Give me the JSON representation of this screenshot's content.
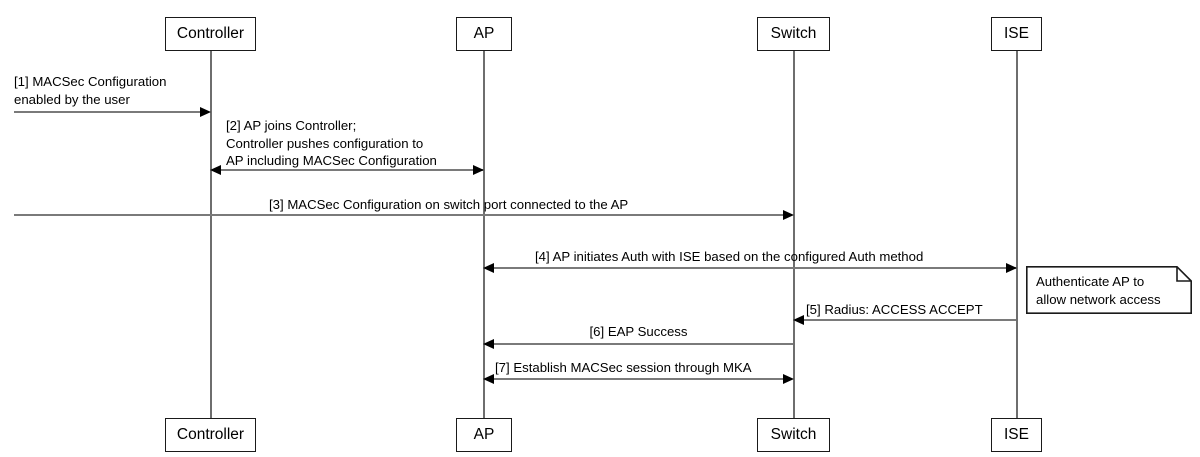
{
  "diagram": {
    "type": "uml-sequence-diagram",
    "title": "MACSec configuration and authentication flow",
    "background_color": "#ffffff",
    "lifeline_color": "#6e6e6e",
    "message_line_color": "#7a7a7a",
    "arrowhead_color": "#000000",
    "box_border_color": "#1a1a1a",
    "text_color": "#000000"
  },
  "participants": [
    {
      "id": "controller",
      "label": "Controller"
    },
    {
      "id": "ap",
      "label": "AP"
    },
    {
      "id": "switch",
      "label": "Switch"
    },
    {
      "id": "ise",
      "label": "ISE"
    }
  ],
  "messages": [
    {
      "index": "1",
      "label": "[1] MACSec Configuration\nenabled by the user",
      "from": "external",
      "to": "controller",
      "direction": "right"
    },
    {
      "index": "2",
      "label": "[2] AP joins Controller;\nController pushes configuration to\nAP including MACSec Configuration",
      "from": "controller",
      "to": "ap",
      "direction": "both"
    },
    {
      "index": "3",
      "label": "[3] MACSec Configuration on switch port connected to the AP",
      "from": "external",
      "to": "switch",
      "direction": "right"
    },
    {
      "index": "4",
      "label": "[4] AP initiates Auth with ISE based on the configured Auth method",
      "from": "ap",
      "to": "ise",
      "direction": "both"
    },
    {
      "index": "5",
      "label": "[5] Radius: ACCESS ACCEPT",
      "from": "ise",
      "to": "switch",
      "direction": "left"
    },
    {
      "index": "6",
      "label": "[6] EAP Success",
      "from": "switch",
      "to": "ap",
      "direction": "left"
    },
    {
      "index": "7",
      "label": "[7] Establish MACSec session through MKA",
      "from": "ap",
      "to": "switch",
      "direction": "both"
    }
  ],
  "notes": [
    {
      "id": "authenticate-note",
      "label": "Authenticate AP to\nallow network access",
      "attached_to": "ise"
    }
  ]
}
